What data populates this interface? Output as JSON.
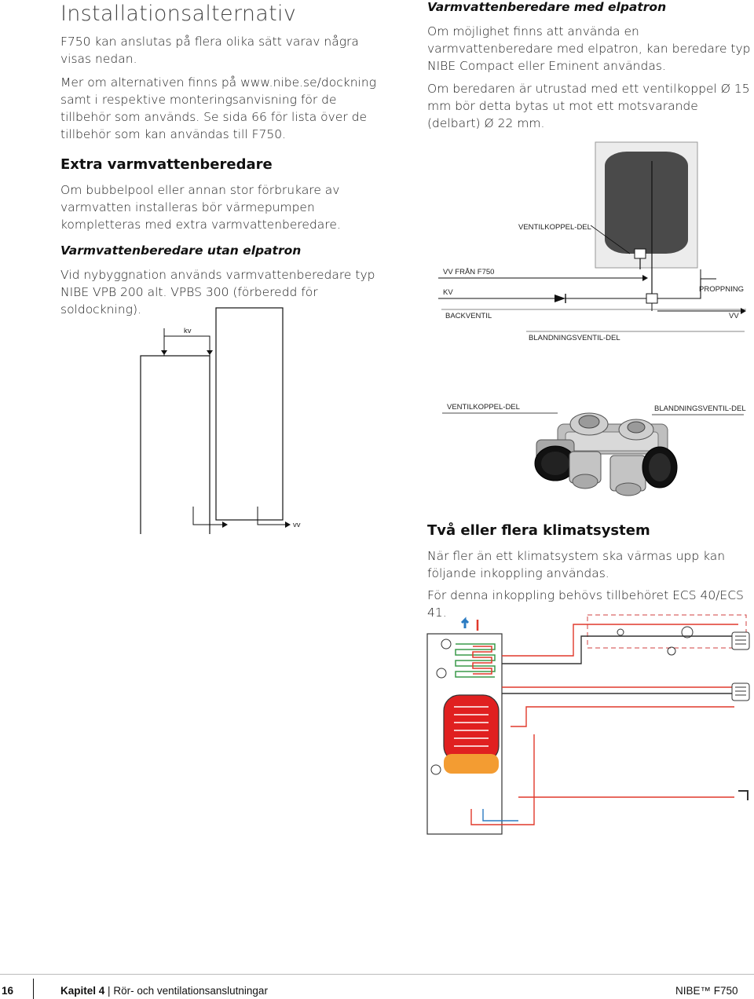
{
  "left": {
    "title": "Installationsalternativ",
    "intro": "F750 kan anslutas på flera olika sätt varav några visas nedan.",
    "more": "Mer om alternativen finns på www.nibe.se/dockning samt i respektive monteringsanvisning för de tillbehör som används. Se sida 66 för lista över de tillbehör som kan användas till F750.",
    "extra_heading": "Extra varmvattenberedare",
    "extra_text": "Om bubbelpool eller annan stor förbrukare av varmvatten installeras bör värmepumpen kompletteras med extra varmvattenberedare.",
    "utan_heading": "Varmvattenberedare utan elpatron",
    "utan_text": "Vid nybyggnation används varmvattenberedare typ NIBE VPB 200 alt. VPBS 300 (förberedd för soldockning)."
  },
  "right": {
    "med_heading": "Varmvattenberedare med elpatron",
    "med_text1": "Om möjlighet finns att använda en varmvattenberedare med elpatron, kan beredare typ NIBE Compact eller Eminent användas.",
    "med_text2": "Om beredaren är utrustad med ett ventilkoppel Ø 15 mm bör detta bytas ut mot ett motsvarande (delbart) Ø 22 mm.",
    "klimat_heading": "Två eller flera klimatsystem",
    "klimat_text1": "När fler än ett klimatsystem ska värmas upp kan följande inkoppling användas.",
    "klimat_text2": "För denna inkoppling behövs tillbehöret ECS 40/ECS 41."
  },
  "diagram_left": {
    "kv": "kv",
    "vv": "vv"
  },
  "diagram_right": {
    "ventilkoppel": "VENTILKOPPEL-DEL",
    "vv_fran": "VV FRÅN  F750",
    "kv": "KV",
    "proppning": "PROPPNING",
    "backventil": "BACKVENTIL",
    "vv": "VV",
    "blandning": "BLANDNINGSVENTIL-DEL"
  },
  "photo": {
    "ventilkoppel": "VENTILKOPPEL-DEL",
    "blandning": "BLANDNINGSVENTIL-DEL"
  },
  "footer": {
    "page": "16",
    "chapter": "Kapitel 4",
    "separator": "|",
    "chapter_title": "Rör- och ventilationsanslutningar",
    "brand": "NIBE™ F750"
  },
  "colors": {
    "red_pipe": "#e0392b",
    "green_pipe": "#3a9a4a",
    "orange_tank": "#f39c32",
    "dashed_border": "#d04040"
  }
}
